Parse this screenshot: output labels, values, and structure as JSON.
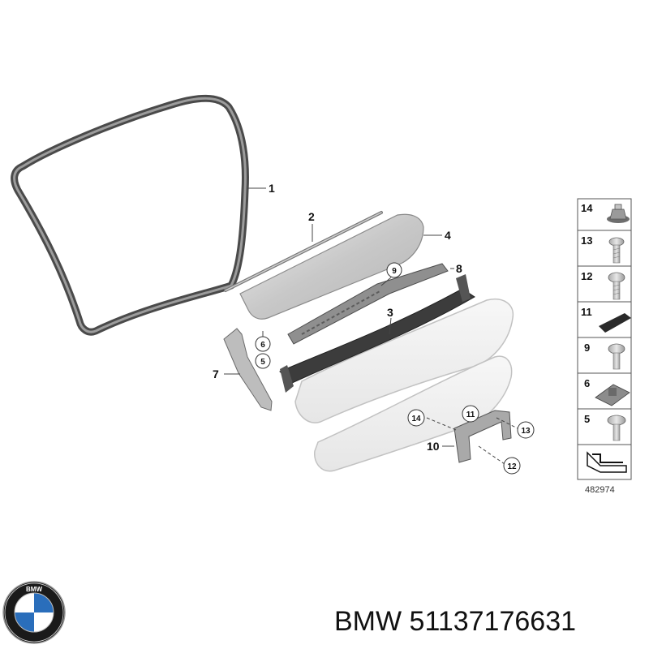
{
  "callouts": {
    "c1": "1",
    "c2": "2",
    "c3": "3",
    "c4": "4",
    "c5": "5",
    "c6": "6",
    "c7": "7",
    "c8": "8",
    "c9": "9",
    "c10": "10",
    "c11": "11",
    "c12": "12",
    "c13": "13",
    "c14": "14"
  },
  "legend": {
    "items": [
      "14",
      "13",
      "12",
      "11",
      "9",
      "6",
      "5"
    ]
  },
  "diagram_code": "482974",
  "brand": {
    "logo_text": "BMW",
    "part_label": "BMW 51137176631"
  }
}
